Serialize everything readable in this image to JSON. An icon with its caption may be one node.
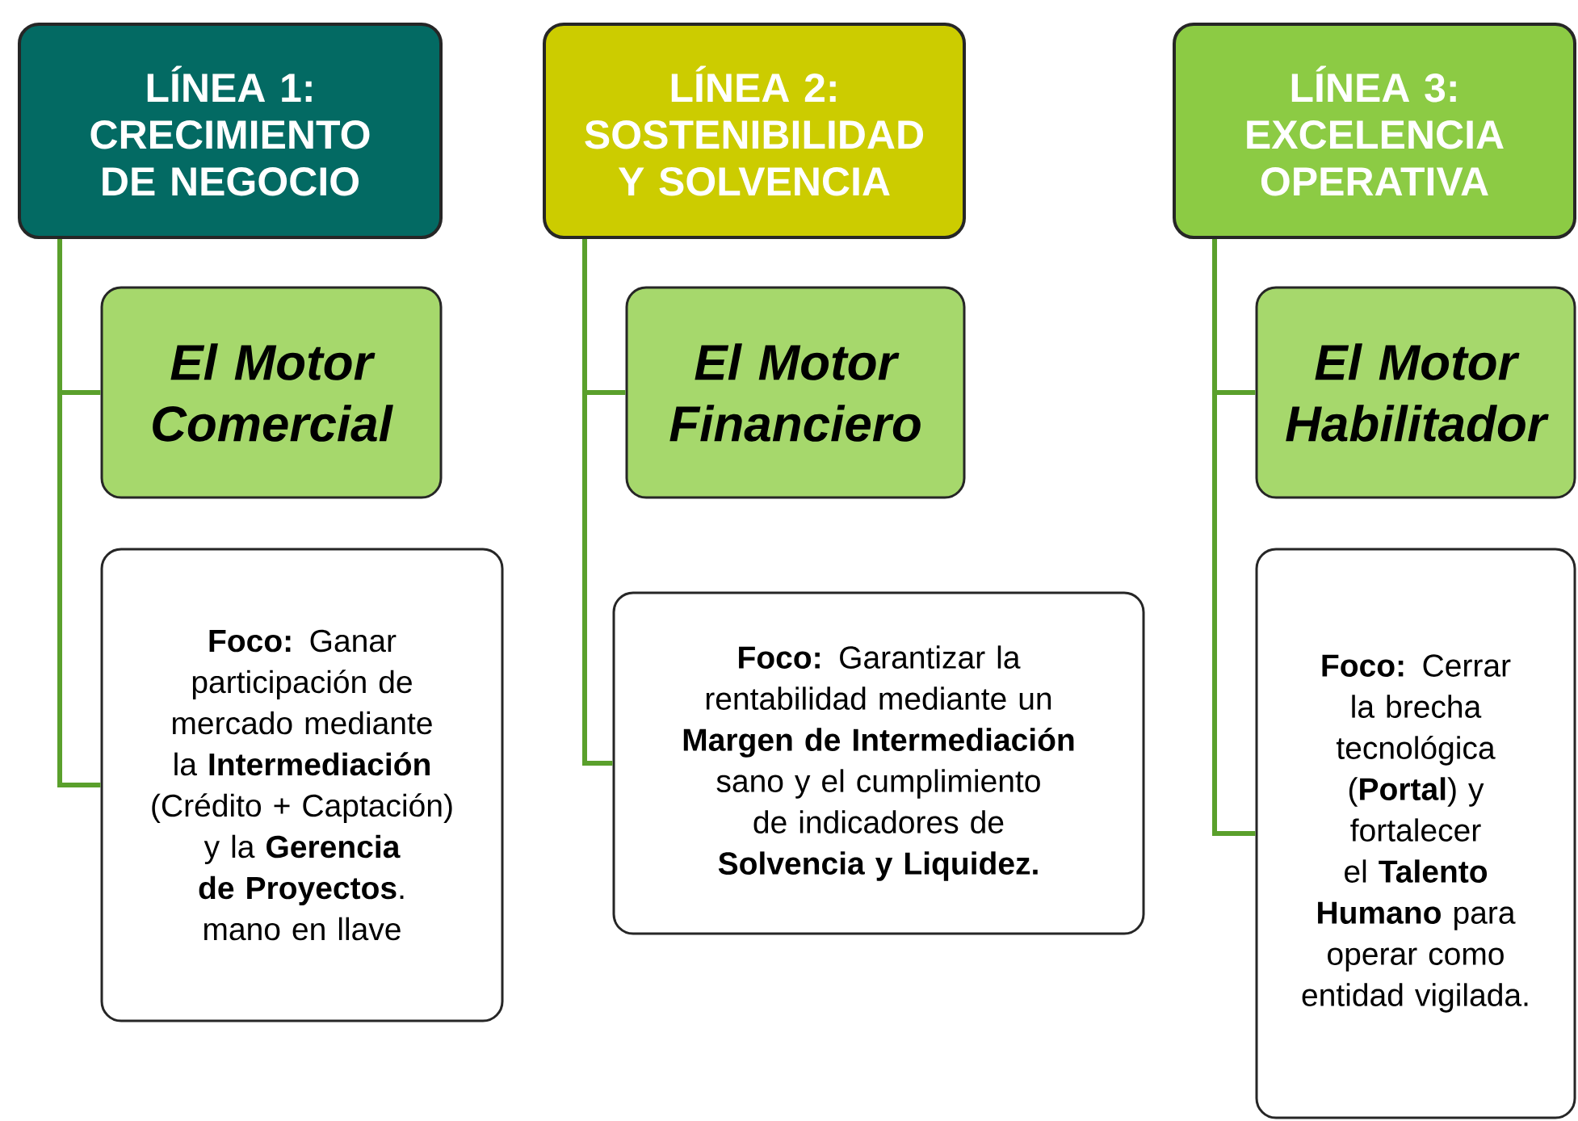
{
  "diagram": {
    "nodes": [
      {
        "text": [
          "LÍNEA 1: CRECIMIENTO DE NEGOCIO"
        ]
      },
      {
        "text": [
          "El Motor Comercial"
        ]
      },
      {
        "text": [
          "**Foco:** Ganar participación de mercado mediante la **Intermediación** (Crédito + Captación) y la **Gerencia de Proyectos**. mano en llave"
        ]
      },
      {
        "text": [
          "LÍNEA 2: SOSTENIBILIDAD Y SOLVENCIA"
        ]
      },
      {
        "text": [
          "El Motor Financiero"
        ]
      },
      {
        "text": [
          "**Foco:** Garantizar la rentabilidad mediante un **Margen de Intermediación** sano y el cumplimiento de indicadores de **Solvencia y Liquidez.**"
        ]
      },
      {
        "text": [
          "LÍNEA 3: EXCELENCIA OPERATIVA"
        ]
      },
      {
        "text": [
          "El Motor Habilitador"
        ]
      },
      {
        "text": [
          "**Foco:** Cerrar la brecha tecnológica (**Portal**) y fortalecer el **Talento Humano** para operar como entidad vigilada."
        ]
      }
    ],
    "edges": [
      {
        "from": 0,
        "to": 1,
        "arrow": "none"
      },
      {
        "from": 0,
        "to": 2,
        "arrow": "none"
      },
      {
        "from": 3,
        "to": 4,
        "arrow": "none"
      },
      {
        "from": 3,
        "to": 5,
        "arrow": "none"
      },
      {
        "from": 6,
        "to": 7,
        "arrow": "none"
      },
      {
        "from": 6,
        "to": 8,
        "arrow": "none"
      }
    ]
  }
}
